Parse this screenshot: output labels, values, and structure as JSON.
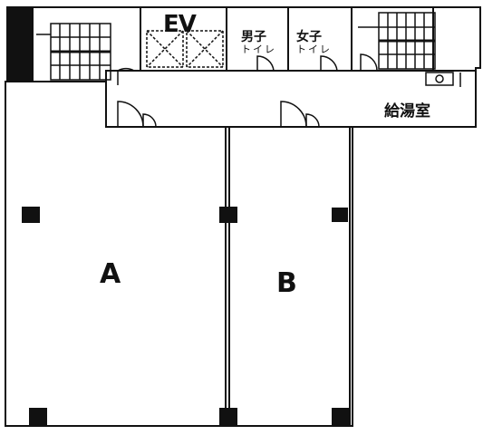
{
  "rooms": {
    "a": {
      "label": "A"
    },
    "b": {
      "label": "B"
    },
    "elevator": {
      "label": "EV"
    },
    "kitchenette": {
      "label": "給湯室"
    },
    "mens_toilet": {
      "label": "男子"
    },
    "womens_toilet": {
      "label": "女子"
    },
    "toilet_suffix": "トイレ"
  },
  "colors": {
    "line": "#111111",
    "background": "#ffffff"
  }
}
